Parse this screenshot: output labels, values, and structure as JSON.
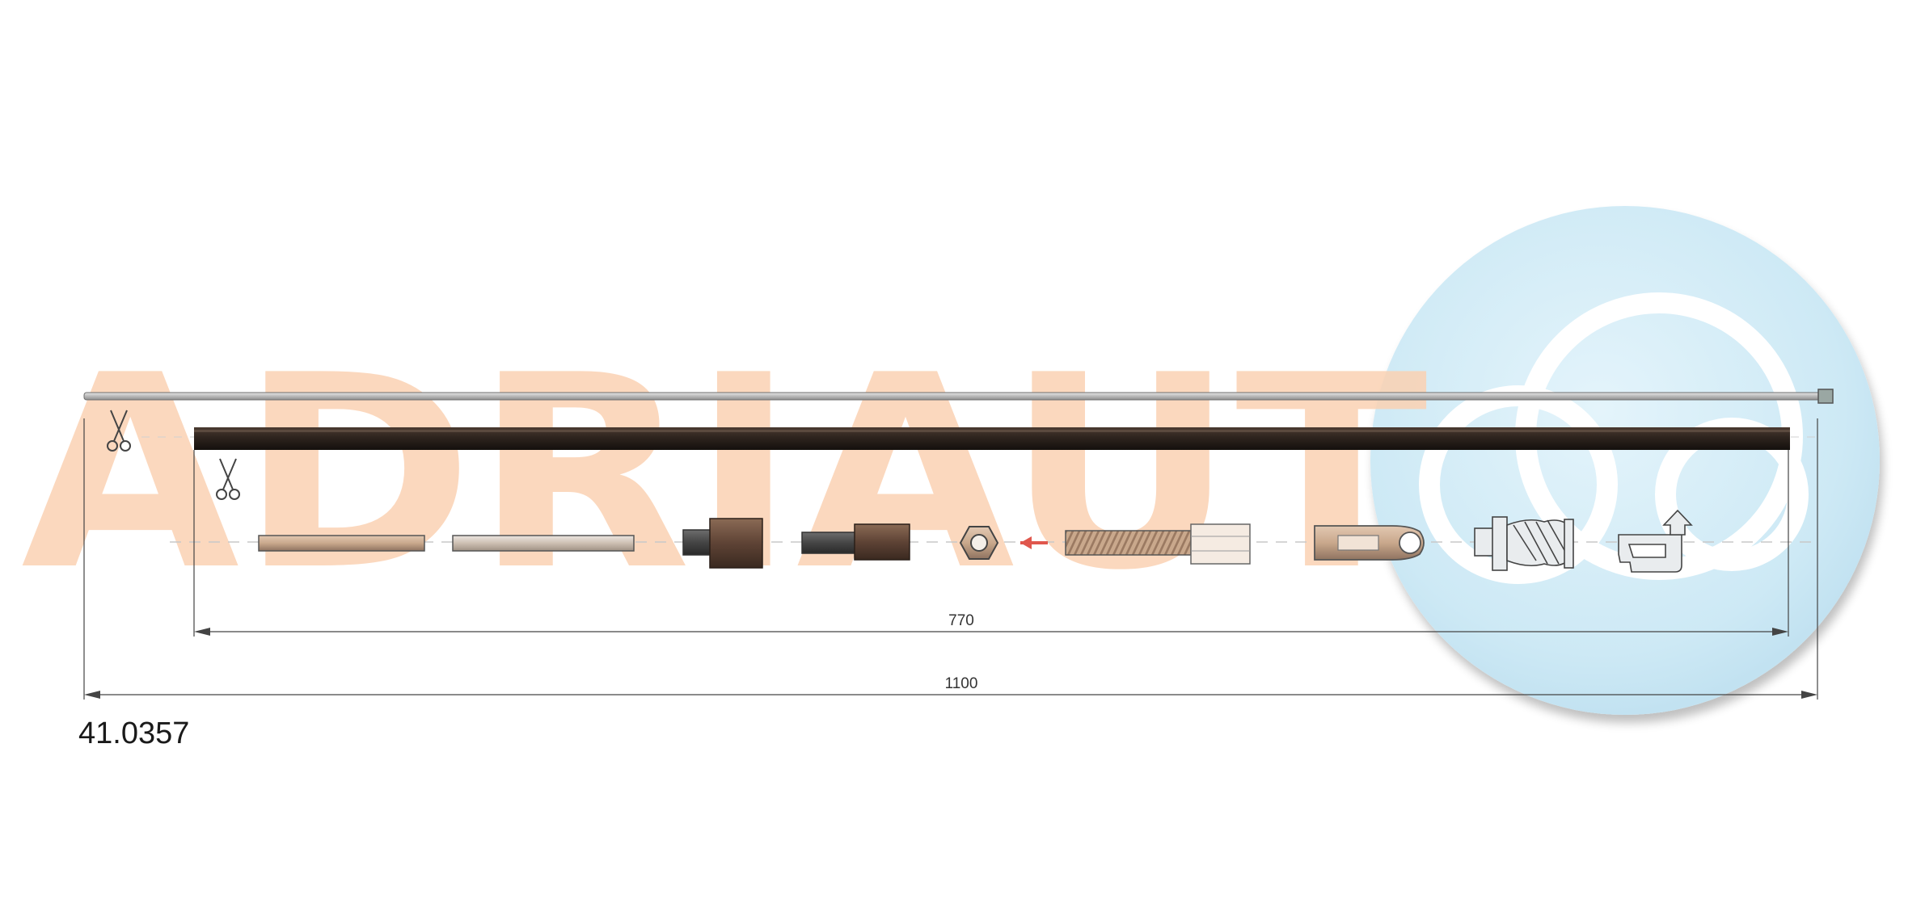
{
  "watermark": {
    "brand_text": "ADRIAUT",
    "brand_color": "#fbd2b3",
    "logo_circle_color": "#cde9f5"
  },
  "diagram": {
    "inner_cable_color": "#c8c8c8",
    "outer_sheath_color": "#2e241e",
    "sleeve_color": "#c9a88c",
    "metal_brown": "#6b4c3b",
    "dimensions": {
      "sheath_length": "770",
      "total_length": "1100"
    },
    "components": [
      "scissors-icon",
      "sleeve",
      "sleeve-grey",
      "ferrule",
      "stepped-ferrule",
      "hex-nut",
      "arrow-icon",
      "threaded-adjuster",
      "eyelet-end",
      "grommet",
      "clip"
    ]
  },
  "part_number": "41.0357"
}
